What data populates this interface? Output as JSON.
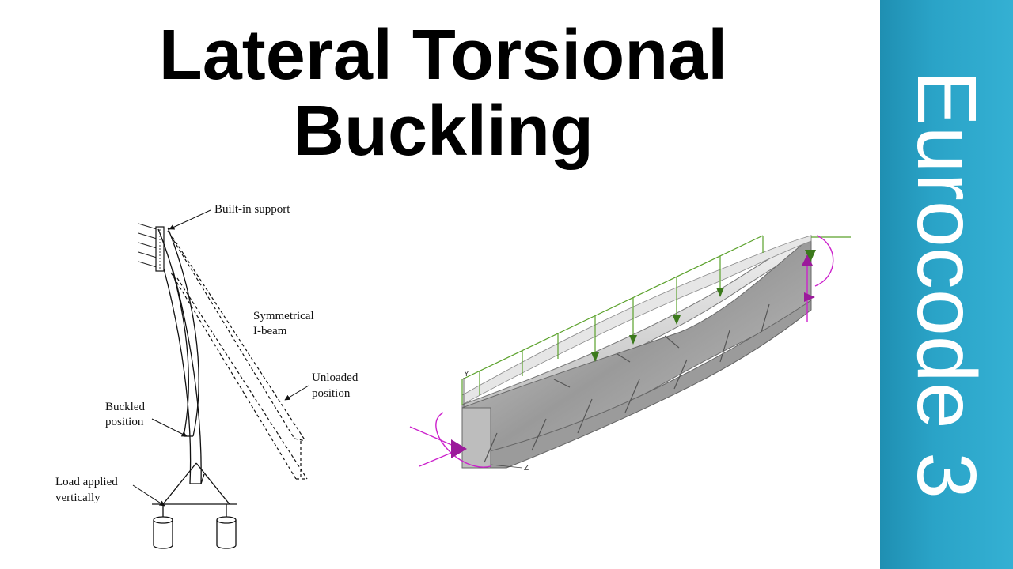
{
  "title": {
    "line1": "Lateral Torsional",
    "line2": "Buckling"
  },
  "sidebar": {
    "text": "Eurocode 3",
    "color": "#2aa3c7"
  },
  "left_diagram": {
    "labels": {
      "support": "Built-in support",
      "beam_line1": "Symmetrical",
      "beam_line2": "I-beam",
      "unloaded_line1": "Unloaded",
      "unloaded_line2": "position",
      "buckled_line1": "Buckled",
      "buckled_line2": "position",
      "load_line1": "Load applied",
      "load_line2": "vertically"
    }
  },
  "right_model": {
    "axis_y": "Y",
    "axis_z": "Z",
    "load_color": "#5aa12a",
    "support_color": "#cc22cc",
    "beam_color": "#b0b0b0"
  }
}
